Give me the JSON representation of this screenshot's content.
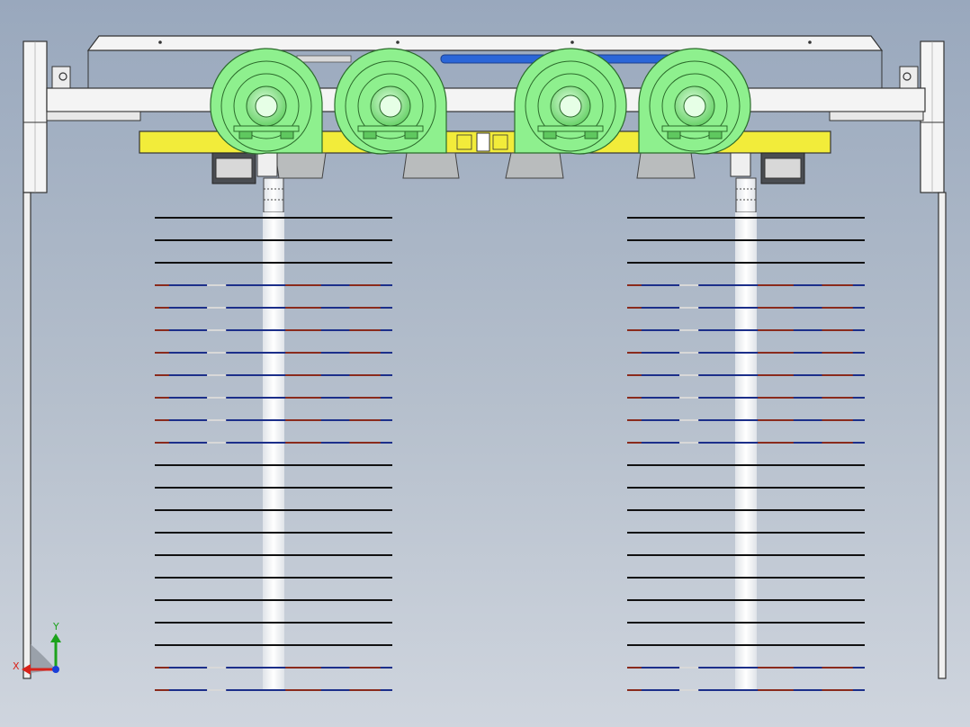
{
  "view": {
    "background_top": "#99a8bd",
    "background_bottom": "#cfd5de"
  },
  "colors": {
    "frame": "#f4f4f4",
    "frame_stroke": "#333333",
    "fan": "#8ef08e",
    "fan_dark": "#5fc85f",
    "beam": "#f2ec3a",
    "nozzle": "#b9bcbd",
    "tube": "#2b66d8",
    "slat": "#111111",
    "slat_blue": "#1c2f8a",
    "slat_red": "#8a2a1c"
  },
  "fans": {
    "count": 4,
    "icon": "centrifugal-blower-icon"
  },
  "left_bank": {
    "slat_count": 22,
    "colored_slats": [
      3,
      4,
      5,
      6,
      7,
      8,
      9,
      10,
      20,
      21
    ]
  },
  "right_bank": {
    "slat_count": 22,
    "colored_slats": [
      3,
      4,
      5,
      6,
      7,
      8,
      9,
      10,
      20,
      21
    ]
  },
  "triad": {
    "x_label": "X",
    "y_label": "Y",
    "icon": "coordinate-triad-icon"
  }
}
